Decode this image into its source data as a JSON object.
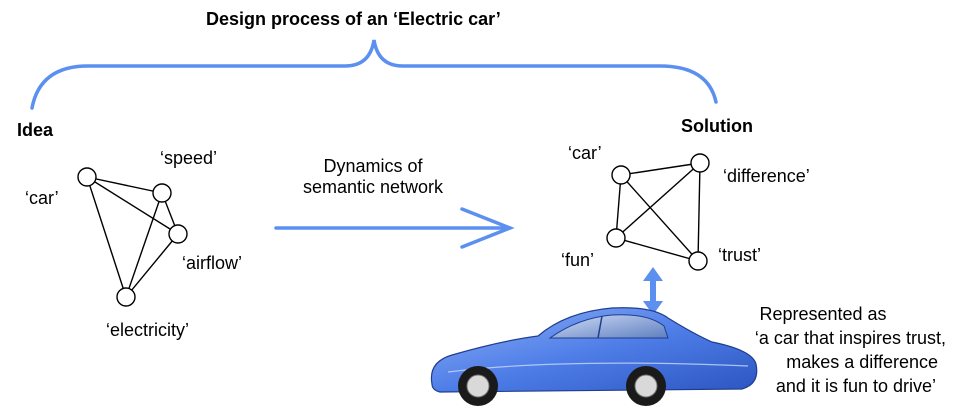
{
  "title": "Design process of an ‘Electric car’",
  "idea": {
    "heading": "Idea",
    "nodes": {
      "car": "‘car’",
      "speed": "‘speed’",
      "airflow": "‘airflow’",
      "electricity": "‘electricity’"
    }
  },
  "solution": {
    "heading": "Solution",
    "nodes": {
      "car": "‘car’",
      "difference": "‘difference’",
      "fun": "‘fun’",
      "trust": "‘trust’"
    }
  },
  "arrow_label": {
    "line1": "Dynamics of",
    "line2": "semantic network"
  },
  "representation": {
    "line1": "Represented as",
    "line2": "‘a car that inspires trust,",
    "line3": "makes a difference",
    "line4": "and it is fun to drive’"
  },
  "colors": {
    "accent": "#5b8ff0",
    "car_body": "#4f7ee8",
    "node_stroke": "#000000"
  }
}
